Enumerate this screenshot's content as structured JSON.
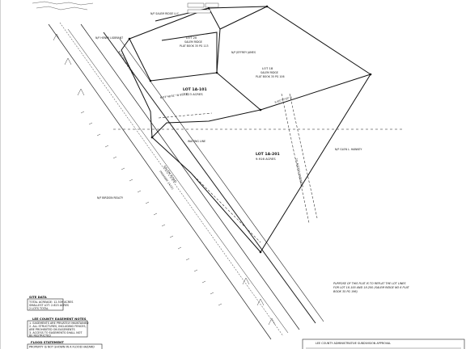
{
  "plat": {
    "lots": [
      {
        "id": "lot-1a-101",
        "name": "LOT 1A-101",
        "area": "2.623 ACRES"
      },
      {
        "id": "lot-1a-201",
        "name": "LOT 1A-201",
        "area": "9.916 ACRES"
      },
      {
        "id": "lot-18",
        "name": "LOT 18",
        "sub": "SALEM RIDGE",
        "ref": "PLAT BOOK 35 PG 106"
      },
      {
        "id": "lot-20",
        "name": "LOT 20",
        "sub": "SALEM RIDGE",
        "ref": "PLAT BOOK 35 PG 113"
      }
    ],
    "road_label_1": "SALEM ROAD",
    "road_label_2": "(HIGHWAY 14/15)",
    "site_data": {
      "title": "SITE DATA",
      "lines": [
        "TOTAL ACREAGE: 12.539 ACRES",
        "SMALLEST LOT: 2.623 ACRES",
        "2 LOTS TOTAL"
      ]
    },
    "easement_notes": {
      "title": "LEE COUNTY EASEMENT NOTES",
      "lines": [
        "1. EASEMENTS ARE PRIVATELY MAINTAINED",
        "2. ALL STRUCTURES, INCLUDING FENCES,",
        "   ARE PROHIBITED ON EASEMENTS",
        "3. ACCESS TO EASEMENTS SHALL NOT",
        "   BE RESTRICTED"
      ]
    },
    "flood_statement": {
      "title": "FLOOD STATEMENT",
      "lines": [
        "PROPERTY IS NOT SHOWN IN A FLOOD HAZARD"
      ]
    },
    "purpose": {
      "lines": [
        "PURPOSE OF THIS PLAT IS TO REPLAT THE LOT LINES",
        "FOR LOT 18-100 AND 18-200 (SALEM RIDGE NO 6 PLAT",
        "BOOK 35 PG 196)"
      ]
    },
    "approval": {
      "title": "LEE COUNTY ADMINISTRATIVE SUBDIVISION APPROVAL"
    },
    "owner_labels": [
      "N/F SALEM RIDGE LLC",
      "N/F JEFFREY JAMES",
      "N/F GLEN L. HAWKEY",
      "N/F BIRDSIN REALTY",
      "N/F HENRY LIGBRANT"
    ],
    "dim_labels": [
      "N 00°00'18\" E 117.17'",
      "S 65°37'55\" E",
      "N 03°48'01\" W 85.72'",
      "20' ACCESS EASEMENT",
      "WAITING LINE"
    ]
  }
}
